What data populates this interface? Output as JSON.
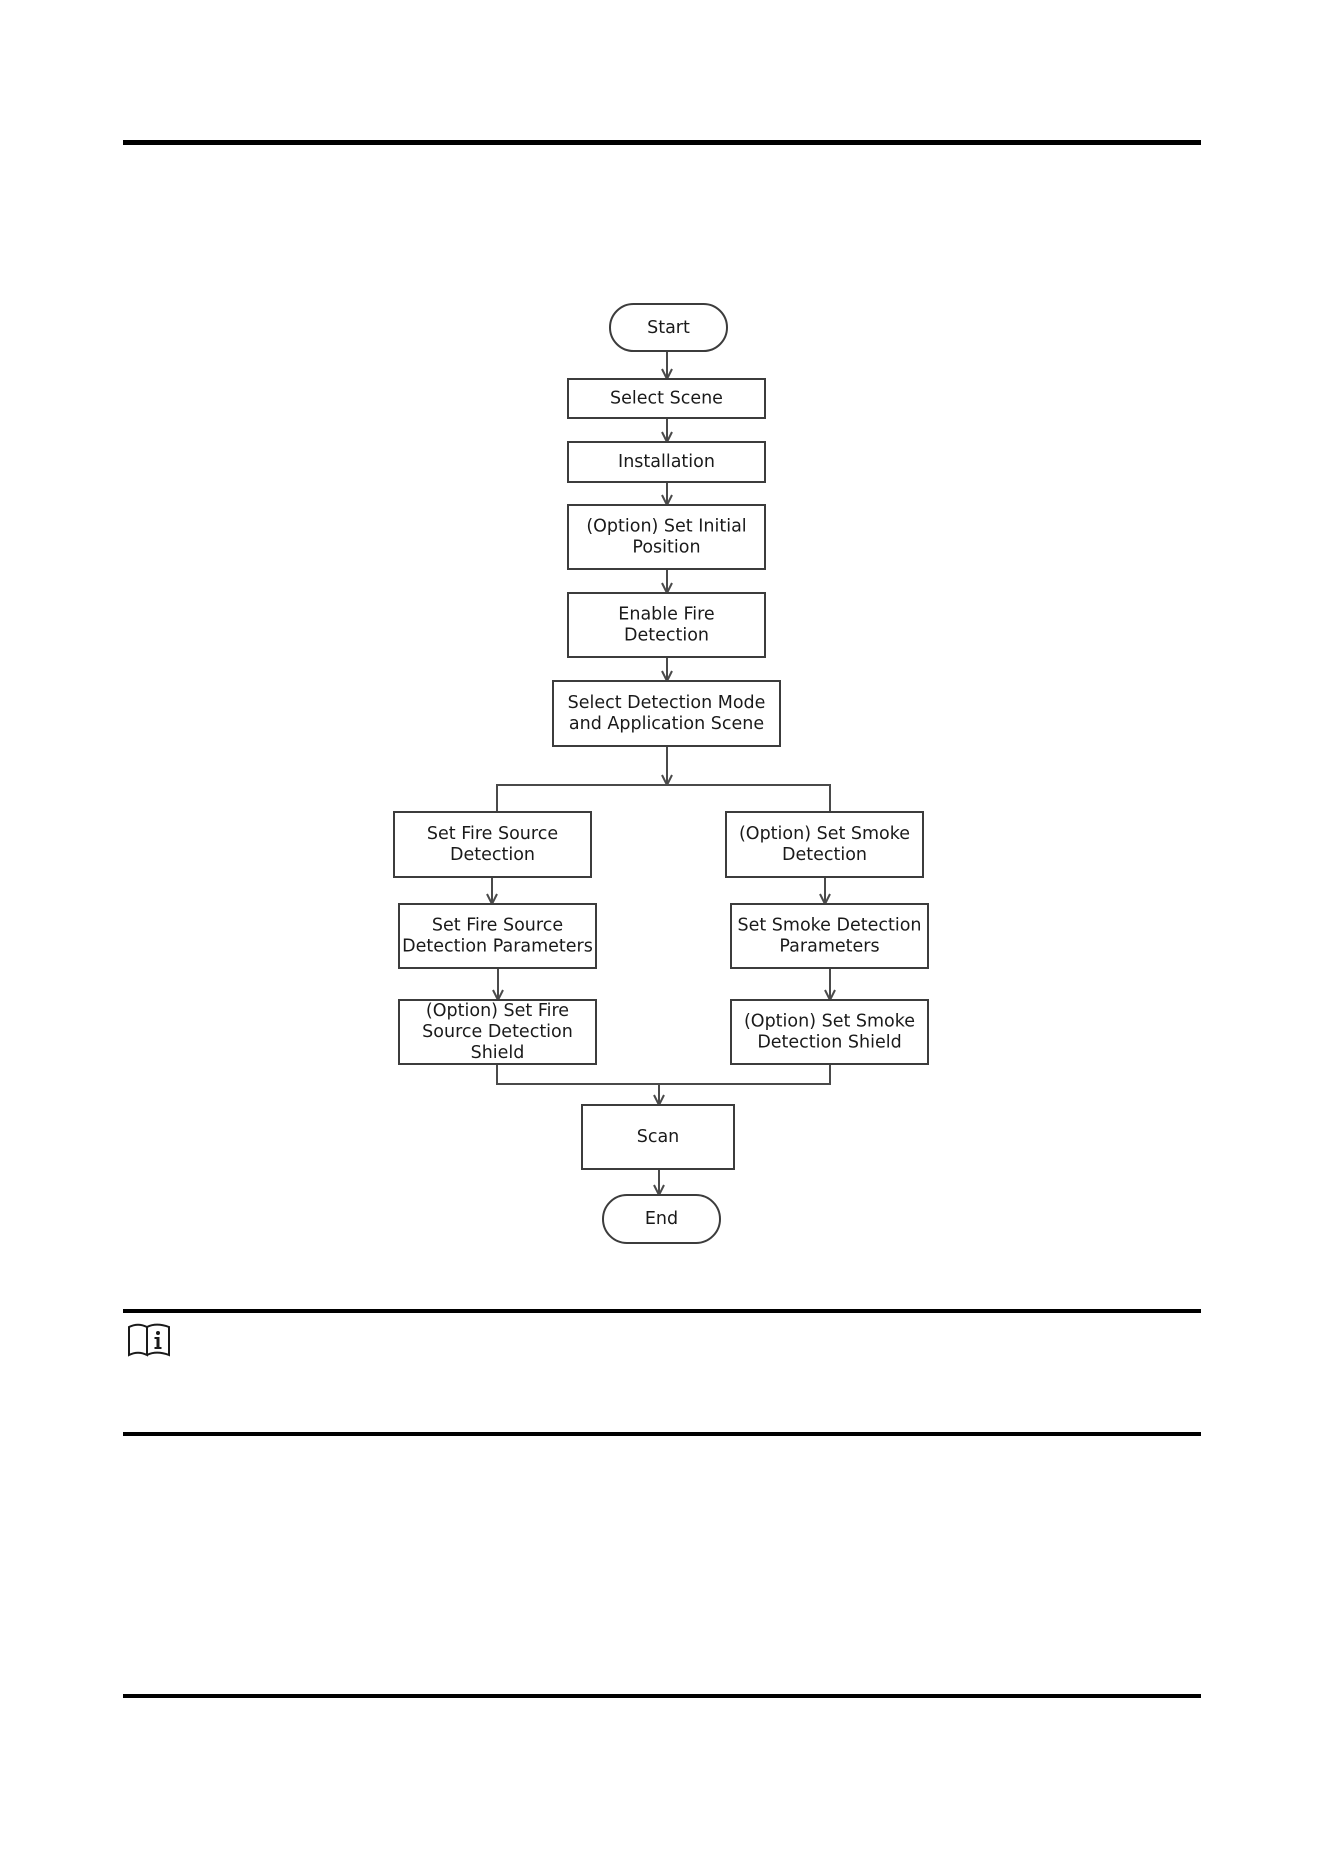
{
  "flowchart": {
    "nodes": {
      "start": "Start",
      "select_scene": "Select Scene",
      "installation": "Installation",
      "set_initial_position": "(Option) Set Initial\nPosition",
      "enable_fire_detection": "Enable Fire\nDetection",
      "select_detection_mode": "Select Detection Mode\nand Application Scene",
      "set_fire_source_detection": "Set Fire Source\nDetection",
      "set_fire_source_params": "Set Fire Source\nDetection Parameters",
      "set_fire_source_shield": "(Option) Set Fire\nSource Detection\nShield",
      "set_smoke_detection": "(Option) Set Smoke\nDetection",
      "set_smoke_params": "Set Smoke Detection\nParameters",
      "set_smoke_shield": "(Option) Set Smoke\nDetection Shield",
      "scan": "Scan",
      "end": "End"
    }
  },
  "note": {
    "icon": "note-book-info-icon"
  }
}
